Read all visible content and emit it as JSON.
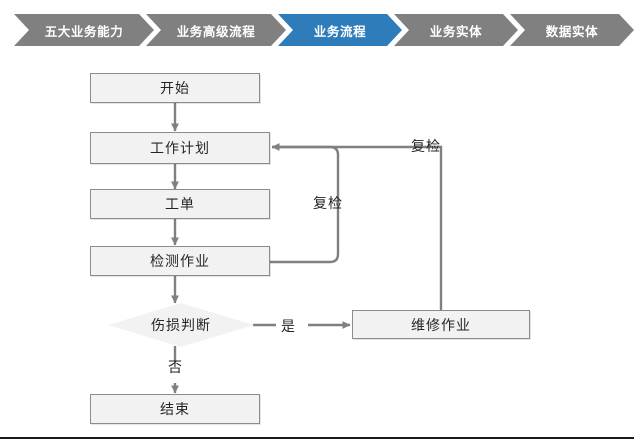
{
  "breadcrumb": {
    "items": [
      {
        "label": "五大业务能力",
        "active": false
      },
      {
        "label": "业务高级流程",
        "active": false
      },
      {
        "label": "业务流程",
        "active": true
      },
      {
        "label": "业务实体",
        "active": false
      },
      {
        "label": "数据实体",
        "active": false
      }
    ],
    "inactive_color": "#808080",
    "active_color": "#2e7cba",
    "text_color": "#ffffff"
  },
  "flowchart": {
    "type": "flowchart",
    "node_fill": "#f2f2f2",
    "node_border": "#8c8c8c",
    "connector_color": "#808080",
    "text_color": "#262626",
    "nodes": [
      {
        "id": "start",
        "label": "开始",
        "shape": "rect"
      },
      {
        "id": "workplan",
        "label": "工作计划",
        "shape": "rect"
      },
      {
        "id": "workorder",
        "label": "工单",
        "shape": "rect"
      },
      {
        "id": "inspection",
        "label": "检测作业",
        "shape": "rect"
      },
      {
        "id": "decision",
        "label": "伤损判断",
        "shape": "diamond"
      },
      {
        "id": "repair",
        "label": "维修作业",
        "shape": "rect"
      },
      {
        "id": "end",
        "label": "结束",
        "shape": "rect"
      }
    ],
    "edge_labels": [
      {
        "id": "recheck-inner",
        "label": "复检"
      },
      {
        "id": "recheck-outer",
        "label": "复检"
      },
      {
        "id": "yes",
        "label": "是"
      },
      {
        "id": "no",
        "label": "否"
      }
    ]
  }
}
